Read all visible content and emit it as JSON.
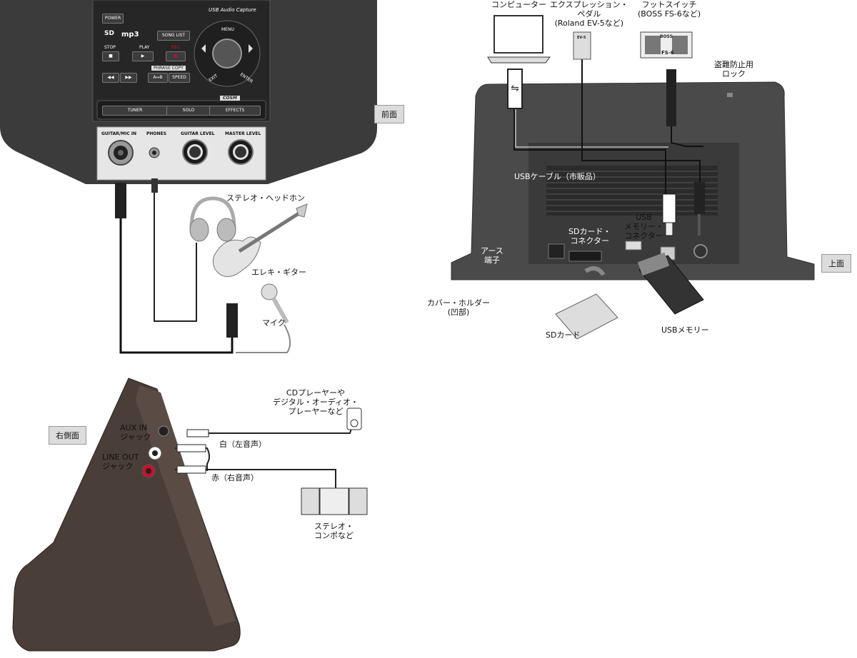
{
  "front": {
    "tag": "前面",
    "usb_capture": "USB Audio Capture",
    "power": "POWER",
    "song_list": "SONG LIST",
    "stop": "STOP",
    "play": "PLAY",
    "rec": "REC",
    "phrase_copy": "PHRASE COPY",
    "ab": "A↔B",
    "speed": "SPEED",
    "menu": "MENU",
    "exit": "EXIT",
    "enter": "ENTER",
    "cosm": "COSM",
    "tuner": "TUNER",
    "solo": "SOLO",
    "effects": "EFFECTS",
    "guitar_mic_in": "GUITAR/MIC IN",
    "phones": "PHONES",
    "guitar_level": "GUITAR LEVEL",
    "master_level": "MASTER LEVEL",
    "mp3": "mp3",
    "sd_logo": "SD",
    "headphones_label": "ステレオ・ヘッドホン",
    "guitar_label": "エレキ・ギター",
    "mic_label": "マイク"
  },
  "top": {
    "tag": "上面",
    "computer": "コンピューター",
    "expression_pedal": "エクスプレッション・\nペダル\n(Roland EV-5など)",
    "footswitch": "フットスイッチ\n(BOSS FS-6など)",
    "fs6_brand": "BOSS",
    "fs6_model": "FS-6",
    "ev5_model": "EV-5",
    "theft_lock": "盗難防止用\nロック",
    "usb_cable": "USBケーブル（市販品）",
    "usb_memory_connector": "USB\nメモリー・\nコネクター",
    "sd_card_connector": "SDカード・\nコネクター",
    "ground": "アース\n端子",
    "cover_holder": "カバー・ホルダー\n(凹部)",
    "sd_card": "SDカード",
    "usb_memory": "USBメモリー"
  },
  "side": {
    "tag": "右側面",
    "aux_in": "AUX IN\nジャック",
    "line_out": "LINE OUT\nジャック",
    "cd_player": "CDプレーヤーや\nデジタル・オーディオ・\nプレーヤーなど",
    "white": "白（左音声）",
    "red": "赤（右音声）",
    "stereo": "ステレオ・\nコンポなど"
  },
  "colors": {
    "device": "#3a3a3a",
    "panel": "#2a2a2a",
    "jack_plate": "#e8e8e8",
    "red": "#c8102e",
    "tag_bg": "#dcdcdc"
  }
}
